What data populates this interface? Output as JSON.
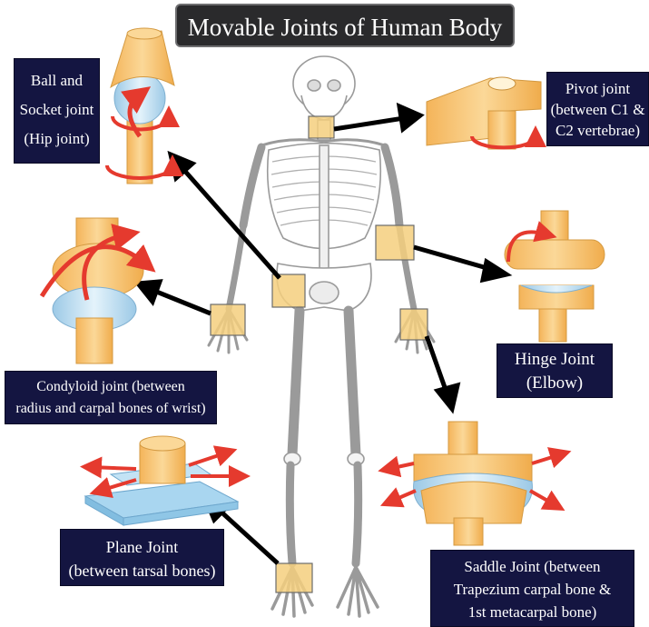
{
  "title": "Movable Joints of Human Body",
  "labels": {
    "ball_socket": [
      "Ball and",
      "Socket joint",
      "(Hip joint)"
    ],
    "pivot": [
      "Pivot joint",
      "(between C1 &",
      "C2 vertebrae)"
    ],
    "hinge": [
      "Hinge Joint",
      "(Elbow)"
    ],
    "condyloid": [
      "Condyloid joint (between",
      "radius and carpal bones of wrist)"
    ],
    "plane": [
      "Plane Joint",
      "(between tarsal bones)"
    ],
    "saddle": [
      "Saddle Joint (between",
      "Trapezium carpal bone &",
      "1st metacarpal bone)"
    ]
  },
  "colors": {
    "label_bg": "#141541",
    "title_bg": "#2a2a2c",
    "joint_fill": "#f7c46a",
    "cartilage": "#b8dcef",
    "motion_arrow": "#e53a2e",
    "pointer_arrow": "#000000",
    "highlight_box": "#f5cf7e"
  }
}
